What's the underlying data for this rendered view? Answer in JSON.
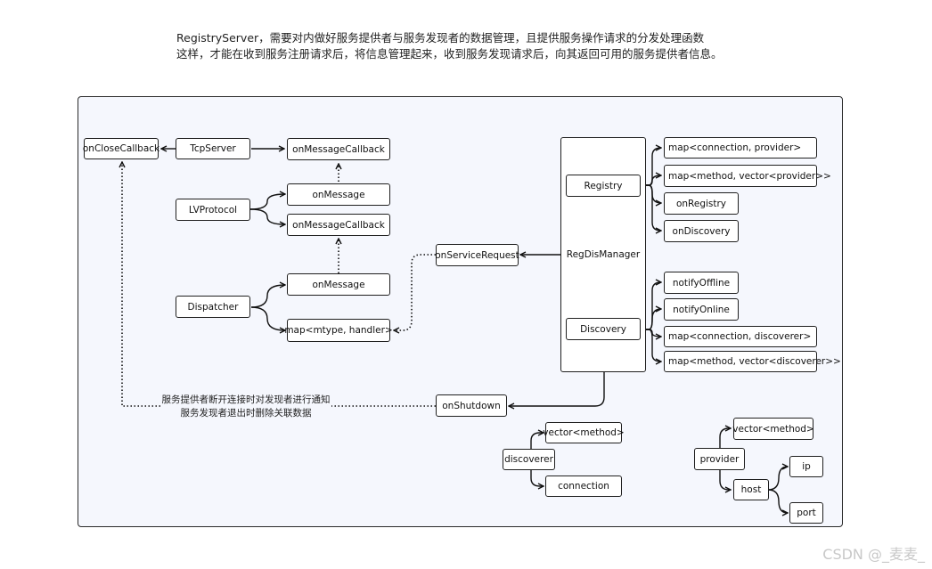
{
  "intro": {
    "line1": "RegistryServer，需要对内做好服务提供者与服务发现者的数据管理，且提供服务操作请求的分发处理函数",
    "line2": "这样，才能在收到服务注册请求后，将信息管理起来，收到服务发现请求后，向其返回可用的服务提供者信息。"
  },
  "nodes": {
    "onCloseCallback": "onCloseCallback",
    "tcpServer": "TcpServer",
    "onMessageCallback1": "onMessageCallback",
    "onMessage1": "onMessage",
    "lvProtocol": "LVProtocol",
    "onMessageCallback2": "onMessageCallback",
    "onServiceRequest": "onServiceRequest",
    "onMessage2": "onMessage",
    "dispatcher": "Dispatcher",
    "mapMtypeHandler": "map<mtype, handler>",
    "regDisManager": "RegDisManager",
    "registry": "Registry",
    "discovery": "Discovery",
    "mapConnProvider": "map<connection, provider>",
    "mapMethodProviders": "map<method, vector<provider>>",
    "onRegistry": "onRegistry",
    "onDiscovery": "onDiscovery",
    "notifyOffline": "notifyOffline",
    "notifyOnline": "notifyOnline",
    "mapConnDiscoverer": "map<connection, discoverer>",
    "mapMethodDiscoverers": "map<method, vector<discoverer>>",
    "onShutdown": "onShutdown",
    "discoverer": "discoverer",
    "discovererVectorMethod": "vector<method>",
    "discovererConnection": "connection",
    "provider": "provider",
    "providerVectorMethod": "vector<method>",
    "host": "host",
    "ip": "ip",
    "port": "port"
  },
  "note": {
    "line1": "服务提供者断开连接时对发现者进行通知",
    "line2": "服务发现者退出时删除关联数据"
  },
  "watermark": "CSDN @_麦麦_"
}
